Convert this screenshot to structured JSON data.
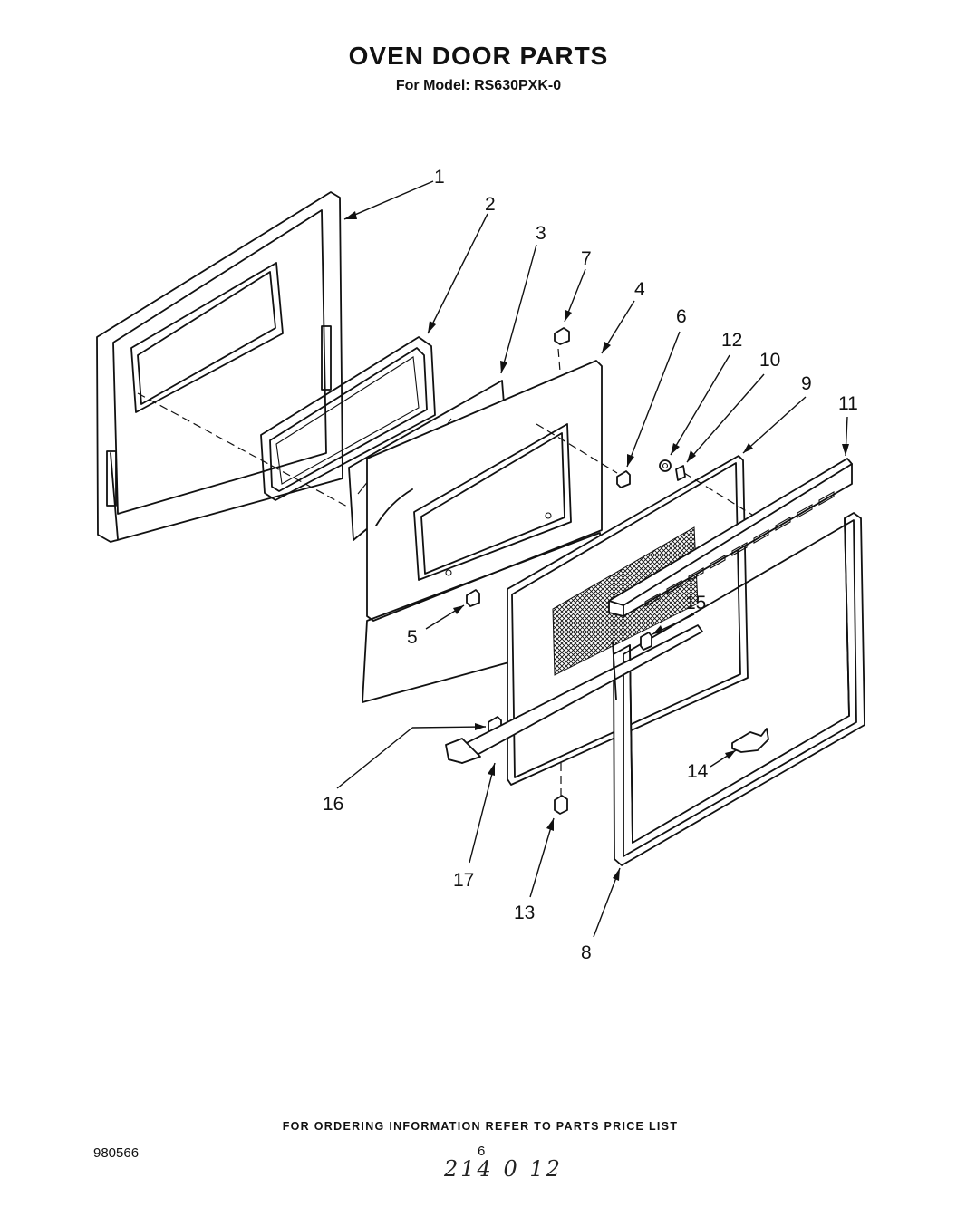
{
  "header": {
    "title": "OVEN DOOR PARTS",
    "subtitle": "For Model: RS630PXK-0"
  },
  "callouts": [
    {
      "id": "1",
      "label": "1"
    },
    {
      "id": "2",
      "label": "2"
    },
    {
      "id": "3",
      "label": "3"
    },
    {
      "id": "4",
      "label": "4"
    },
    {
      "id": "5",
      "label": "5"
    },
    {
      "id": "6",
      "label": "6"
    },
    {
      "id": "7",
      "label": "7"
    },
    {
      "id": "8",
      "label": "8"
    },
    {
      "id": "9",
      "label": "9"
    },
    {
      "id": "10",
      "label": "10"
    },
    {
      "id": "11",
      "label": "11"
    },
    {
      "id": "12",
      "label": "12"
    },
    {
      "id": "13",
      "label": "13"
    },
    {
      "id": "14",
      "label": "14"
    },
    {
      "id": "15",
      "label": "15"
    },
    {
      "id": "16",
      "label": "16"
    },
    {
      "id": "17",
      "label": "17"
    }
  ],
  "footer": {
    "ordering_note": "FOR ORDERING INFORMATION REFER TO PARTS PRICE LIST",
    "document_number": "980566",
    "page_number": "6",
    "handwritten_code": "214 0 12"
  }
}
